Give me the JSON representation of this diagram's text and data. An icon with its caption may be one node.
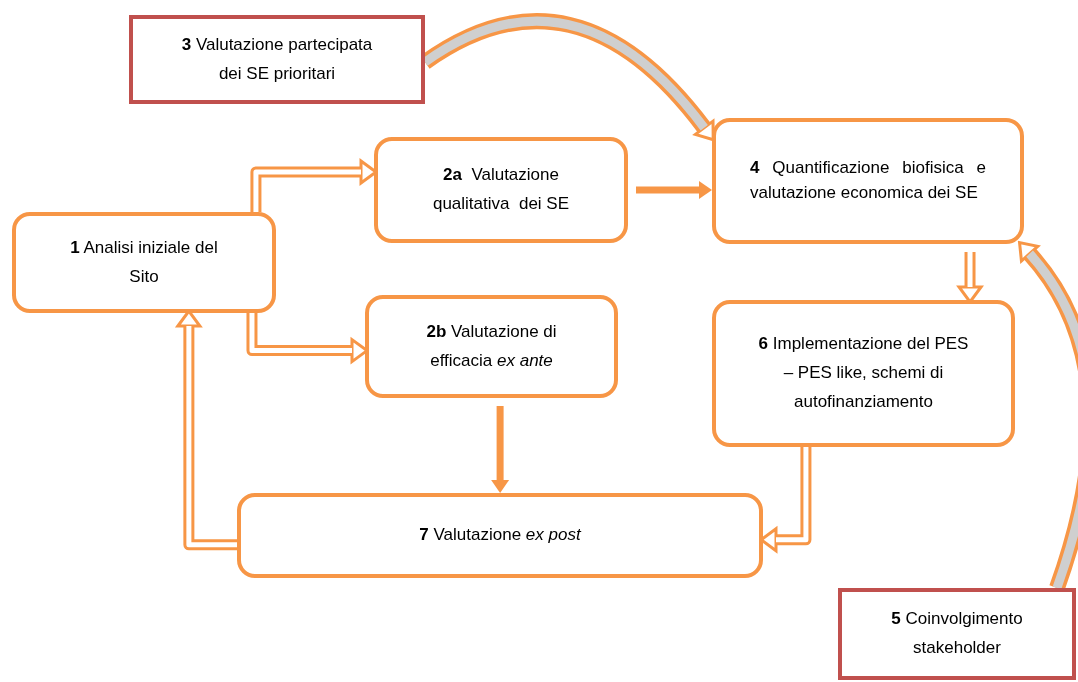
{
  "diagram": {
    "nodes": [
      {
        "text": [
          "**3** Valutazione partecipata dei SE prioritari"
        ]
      },
      {
        "text": [
          "**1** Analisi iniziale del Sito"
        ]
      },
      {
        "text": [
          "**2a**  Valutazione qualitativa  dei SE"
        ]
      },
      {
        "text": [
          "**4** Quantificazione biofisica e valutazione economica dei SE"
        ]
      },
      {
        "text": [
          "**2b** Valutazione di efficacia *ex ante*"
        ]
      },
      {
        "text": [
          "**6** Implementazione del PES – PES like, schemi di autofinanziamento"
        ]
      },
      {
        "text": [
          "**7** Valutazione *ex post*"
        ]
      },
      {
        "text": [
          "**5** Coinvolgimento stakeholder"
        ]
      }
    ],
    "edges": [
      {
        "from": 0,
        "to": 3,
        "arrow": "to"
      },
      {
        "from": 1,
        "to": 2,
        "arrow": "to"
      },
      {
        "from": 1,
        "to": 4,
        "arrow": "to"
      },
      {
        "from": 2,
        "to": 3,
        "arrow": "to"
      },
      {
        "from": 3,
        "to": 5,
        "arrow": "to"
      },
      {
        "from": 7,
        "to": 3,
        "arrow": "to"
      },
      {
        "from": 4,
        "to": 6,
        "arrow": "to"
      },
      {
        "from": 5,
        "to": 6,
        "arrow": "to"
      },
      {
        "from": 6,
        "to": 1,
        "arrow": "to"
      }
    ]
  }
}
